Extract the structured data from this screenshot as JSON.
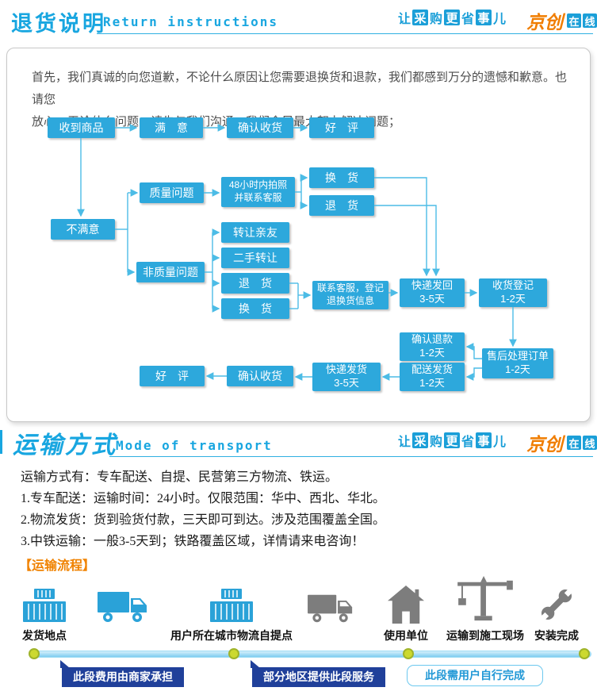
{
  "colors": {
    "accent_cyan": "#18a6e0",
    "node_blue": "#2da8dc",
    "brand_orange": "#f08200",
    "navy_label": "#20409a",
    "dot_green": "#ccd92f"
  },
  "brand": {
    "slogan": [
      {
        "t": "让",
        "boxed": false
      },
      {
        "t": "采",
        "boxed": true
      },
      {
        "t": "购",
        "boxed": false
      },
      {
        "t": "更",
        "boxed": true
      },
      {
        "t": "省",
        "boxed": false
      },
      {
        "t": "事",
        "boxed": true
      },
      {
        "t": "儿",
        "boxed": false
      }
    ],
    "logo_text": "京创",
    "logo_boxes": [
      "在",
      "线"
    ]
  },
  "return_section": {
    "title": "退货说明",
    "subtitle": "Return instructions",
    "intro_line1": "首先，我们真诚的向您道歉，不论什么原因让您需要退换货和退款，我们都感到万分的遗憾和歉意。也请您",
    "intro_line2": "放心，无论什么问题，请先与我们沟通，我们会尽最大努力解决问题；",
    "flow_nodes": {
      "received": "收到商品",
      "satisfied": "满　意",
      "confirm_receipt_top": "确认收货",
      "praise_top": "好　评",
      "unsatisfied": "不满意",
      "quality_issue": "质量问题",
      "photo_48h": "48小时内拍照\n并联系客服",
      "exchange_q": "换　货",
      "return_q": "退　货",
      "non_quality": "非质量问题",
      "transfer_friend": "转让亲友",
      "second_hand": "二手转让",
      "return_nq": "退　货",
      "exchange_nq": "换　货",
      "contact_service": "联系客服，登记\n退换货信息",
      "express_back": "快递发回\n3-5天",
      "receipt_register": "收货登记\n1-2天",
      "aftersale_order": "售后处理订单\n1-2天",
      "confirm_refund": "确认退款\n1-2天",
      "dispatch": "配送发货\n1-2天",
      "express_send": "快递发货\n3-5天",
      "confirm_receipt_bottom": "确认收货",
      "praise_bottom": "好　评"
    }
  },
  "transport_section": {
    "title": "运输方式",
    "subtitle": "Mode of transport",
    "lines": [
      "运输方式有：专车配送、自提、民营第三方物流、铁运。",
      "1.专车配送：运输时间：24小时。仅限范围：华中、西北、华北。",
      "2.物流发货：货到验货付款，三天即可到达。涉及范围覆盖全国。",
      "3.中铁运输：一般3-5天到；铁路覆盖区域，详情请来电咨询！"
    ],
    "process_title": "【运输流程】",
    "stations": [
      {
        "icon": "container-icon",
        "label": "发货地点"
      },
      {
        "icon": "truck-icon",
        "label": ""
      },
      {
        "icon": "container-icon",
        "label": "用户所在城市物流自提点"
      },
      {
        "icon": "truck-icon",
        "label": ""
      },
      {
        "icon": "house-icon",
        "label": "使用单位"
      },
      {
        "icon": "crane-icon",
        "label": "运输到施工现场"
      },
      {
        "icon": "wrench-icon",
        "label": "安装完成"
      }
    ],
    "timeline_labels": [
      {
        "text": "此段费用由商家承担",
        "style": "dark"
      },
      {
        "text": "部分地区提供此段服务",
        "style": "dark"
      },
      {
        "text": "此段需用户自行完成",
        "style": "outline"
      }
    ]
  }
}
